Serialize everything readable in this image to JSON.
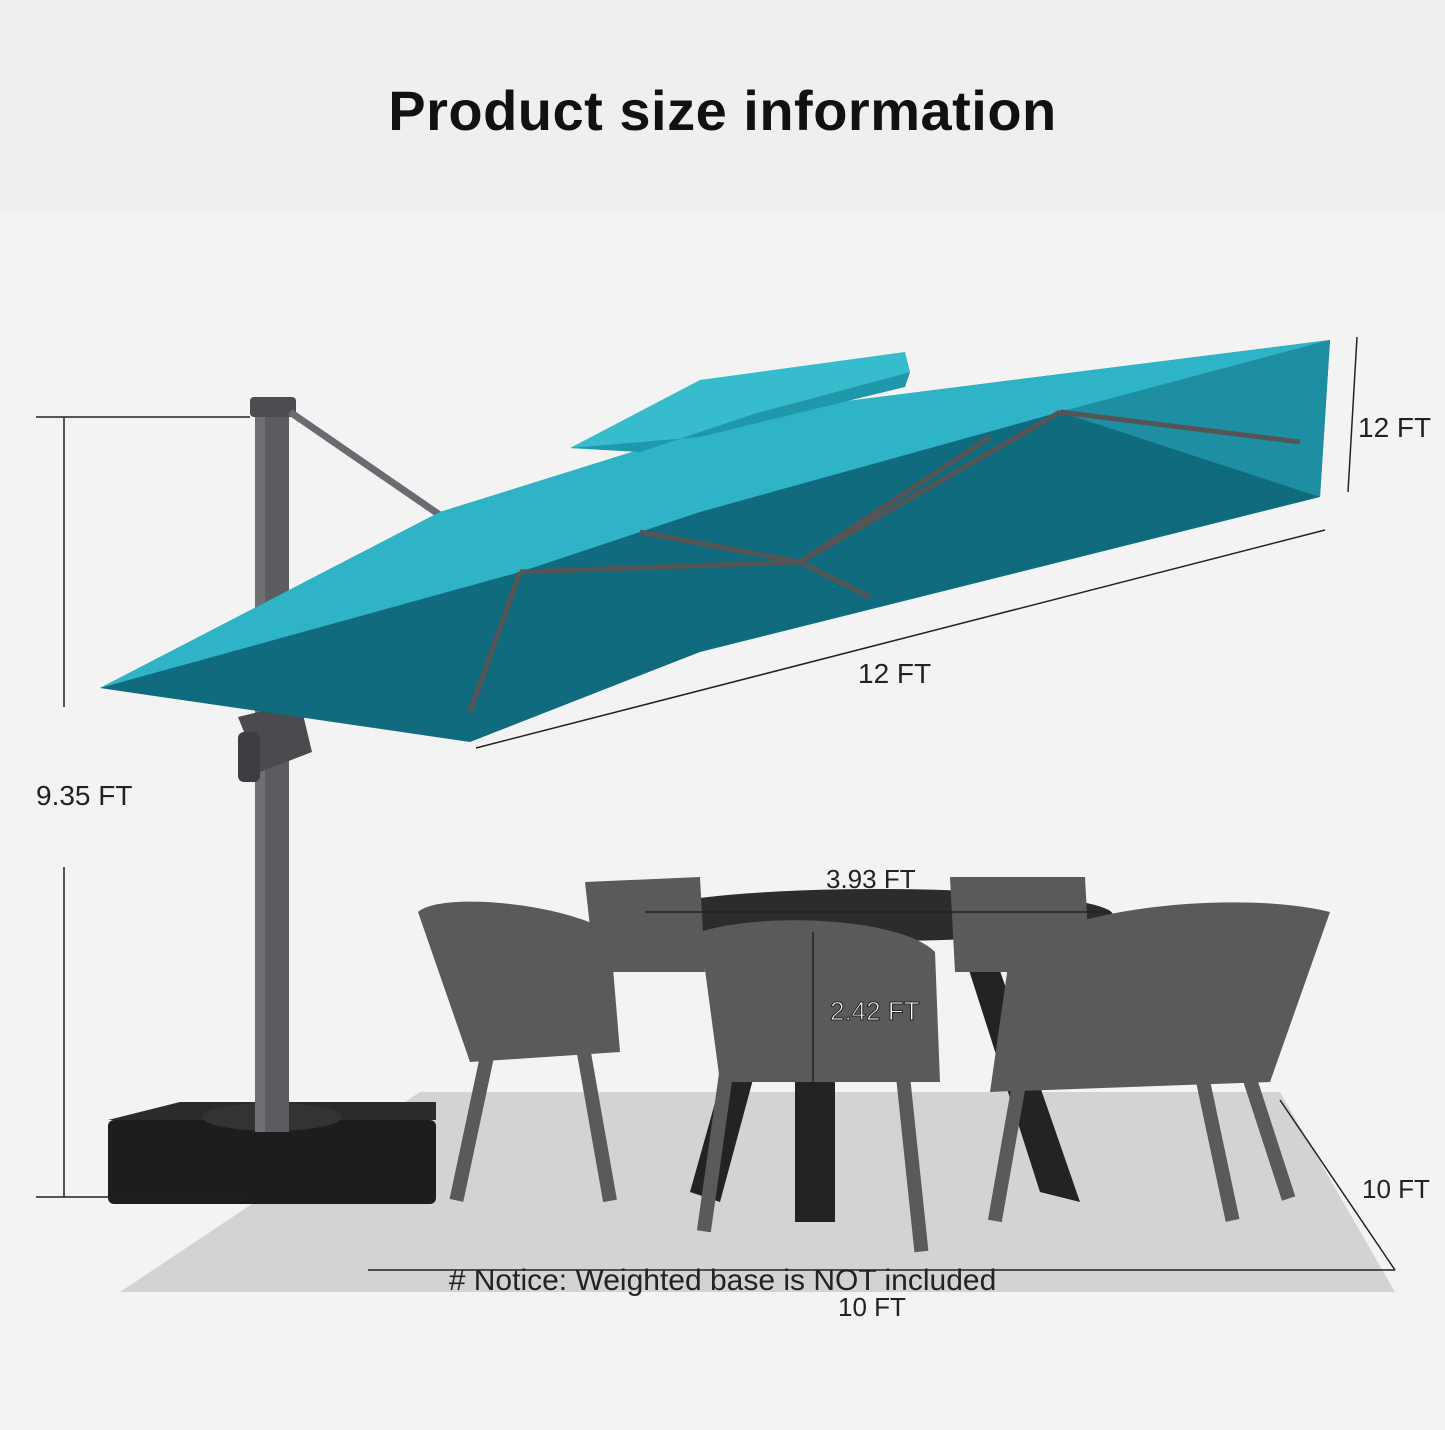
{
  "header": {
    "title": "Product size information"
  },
  "dimensions": {
    "pole_height": "9.35 FT",
    "canopy_width": "12 FT",
    "canopy_depth": "12 FT",
    "table_diameter": "3.93 FT",
    "table_height": "2.42 FT",
    "floor_depth": "10 FT",
    "floor_width": "10 FT"
  },
  "notice": "# Notice: Weighted base is NOT included",
  "colors": {
    "canopy": "#2fb3c6",
    "canopy_underside": "#0f6b7d",
    "pole": "#5b5c60",
    "furniture": "#5a5a5a",
    "rug": "#c9c9c9"
  }
}
